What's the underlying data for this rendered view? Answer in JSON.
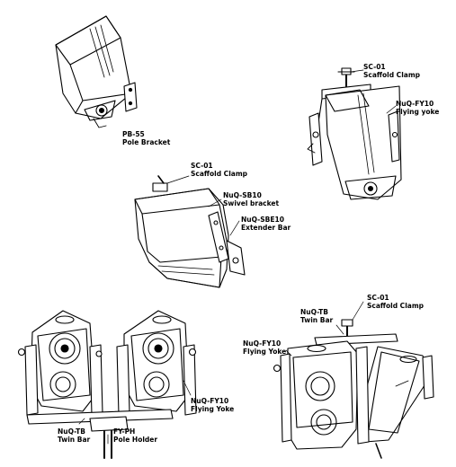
{
  "labels": {
    "pb55": {
      "code": "PB-55",
      "name": "Pole Bracket"
    },
    "sc01_top": {
      "code": "SC-01",
      "name": "Scaffold Clamp"
    },
    "fy10_top": {
      "code": "NuQ-FY10",
      "name": "Flying yoke"
    },
    "sc01_mid": {
      "code": "SC-01",
      "name": "Scaffold Clamp"
    },
    "sb10": {
      "code": "NuQ-SB10",
      "name": "Swivel bracket"
    },
    "sbe10": {
      "code": "NuQ-SBE10",
      "name": "Extender Bar"
    },
    "tb_right": {
      "code": "NuQ-TB",
      "name": "Twin Bar"
    },
    "sc01_right": {
      "code": "SC-01",
      "name": "Scaffold Clamp"
    },
    "fy10_right": {
      "code": "NuQ-FY10",
      "name": "Flying Yoke"
    },
    "fy10_left": {
      "code": "NuQ-FY10",
      "name": "Flying Yoke"
    },
    "tb_left": {
      "code": "NuQ-TB",
      "name": "Twin Bar"
    },
    "fyph": {
      "code": "FY-PH",
      "name": "Pole Holder"
    }
  }
}
